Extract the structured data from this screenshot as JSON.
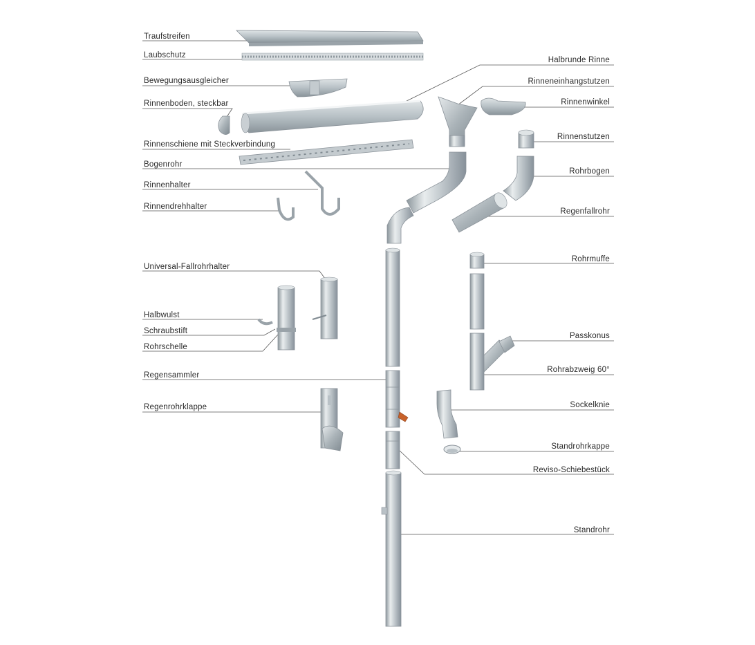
{
  "labels": {
    "traufstreifen": "Traufstreifen",
    "laubschutz": "Laubschutz",
    "bewegungsausgleicher": "Bewegungsausgleicher",
    "rinnenboden": "Rinnenboden, steckbar",
    "rinnenschiene": "Rinnenschiene mit Steckverbindung",
    "bogenrohr": "Bogenrohr",
    "rinnenhalter": "Rinnenhalter",
    "rinnendrehhalter": "Rinnendrehhalter",
    "universal_fallrohrhalter": "Universal-Fallrohrhalter",
    "halbwulst": "Halbwulst",
    "schraubstift": "Schraubstift",
    "rohrschelle": "Rohrschelle",
    "regensammler": "Regensammler",
    "regenrohrklappe": "Regenrohrklappe",
    "halbrunde_rinne": "Halbrunde Rinne",
    "rinneneinhangstutzen": "Rinneneinhangstutzen",
    "rinnenwinkel": "Rinnenwinkel",
    "rinnenstutzen": "Rinnenstutzen",
    "rohrbogen": "Rohrbogen",
    "regenfallrohr": "Regenfallrohr",
    "rohrmuffe": "Rohrmuffe",
    "passkonus": "Passkonus",
    "rohrabzweig": "Rohrabzweig 60°",
    "sockelknie": "Sockelknie",
    "standrohrkappe": "Standrohrkappe",
    "reviso": "Reviso-Schiebestück",
    "standrohr": "Standrohr"
  },
  "colors": {
    "metal_light": "#e8eced",
    "metal_mid": "#b9c1c6",
    "metal_dark": "#7f8990",
    "leader": "#555555",
    "accent_orange": "#c8622a"
  }
}
